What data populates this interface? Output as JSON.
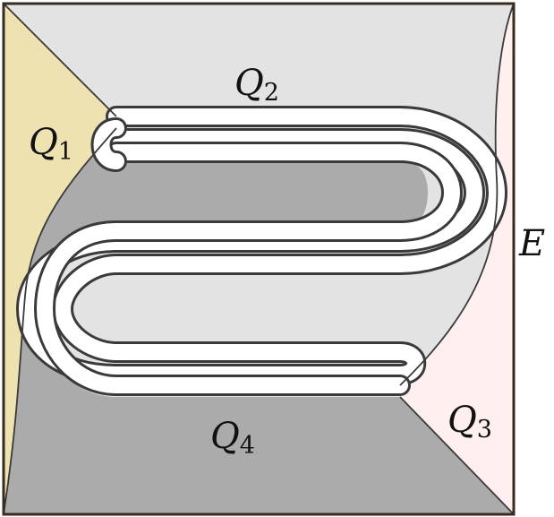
{
  "regions": {
    "q1": {
      "letter": "Q",
      "index": "1",
      "color": "#EEE2B0"
    },
    "q2": {
      "letter": "Q",
      "index": "2",
      "color": "#E3E3E3"
    },
    "q3": {
      "letter": "Q",
      "index": "3",
      "color": "#FFEFEF"
    },
    "q4": {
      "letter": "Q",
      "index": "4",
      "color": "#ABABAB"
    },
    "e": {
      "letter": "E"
    }
  },
  "channel_color": "#FFFFFF"
}
